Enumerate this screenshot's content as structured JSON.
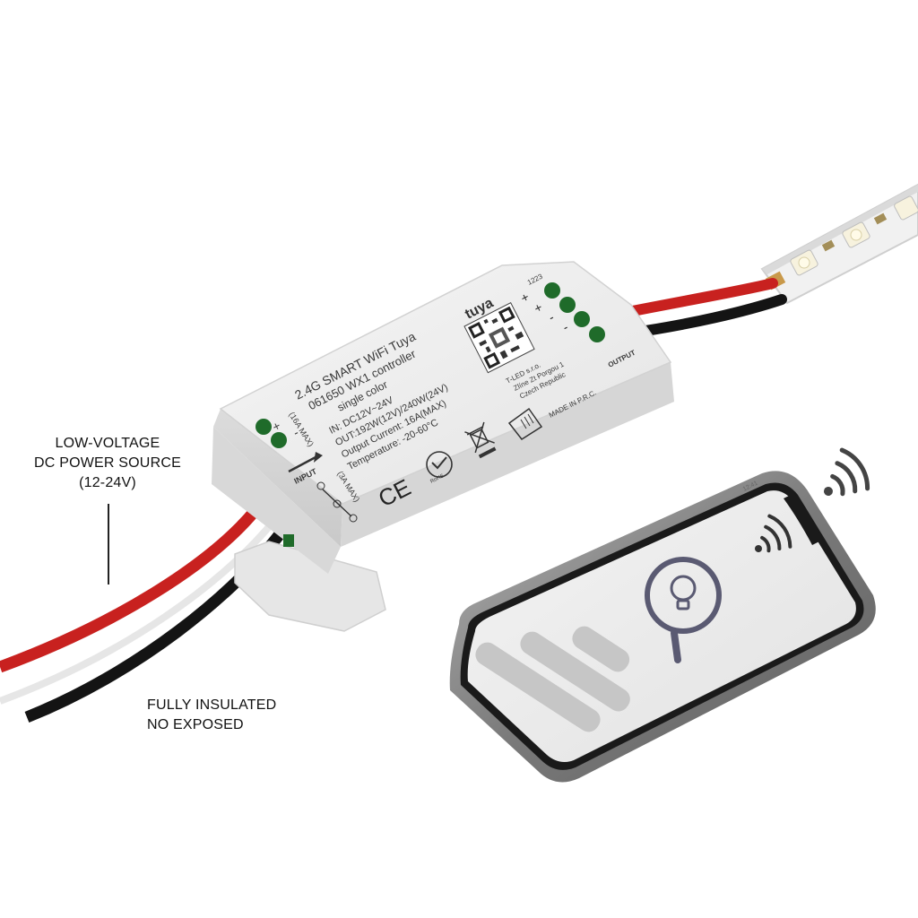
{
  "callouts": {
    "power_source": [
      "LOW-VOLTAGE",
      "DC POWER SOURCE",
      "(12-24V)"
    ],
    "insulated": [
      "FULLY INSULATED",
      "NO EXPOSED"
    ]
  },
  "controller": {
    "brand": "tuya",
    "title": "2.4G SMART WiFi Tuya",
    "model": "061650 WX1 controller",
    "type": "single color",
    "input_spec": "IN: DC12V~24V",
    "output_spec": "OUT:192W(12V)/240W(24V)",
    "output_current": "Output Current: 16A(MAX)",
    "temperature": "Temperature: -20-60°C",
    "input_label": "INPUT",
    "output_label": "OUTPUT",
    "input_max": "(16A MAX)",
    "output_max": "(3A MAX)",
    "terminal_id": "1223",
    "maker_line1": "T-LED s.r.o.",
    "maker_line2": "Zlíne Zt Porgou 1",
    "maker_line3": "Czech Republic",
    "made_in": "MADE IN P.R.C.",
    "ce_mark": "CE",
    "rohs_mark": "RoHS",
    "plus": "+",
    "minus": "-"
  },
  "phone": {
    "status_time": "12:41"
  },
  "colors": {
    "wire_red": "#c8211f",
    "wire_black": "#141414",
    "housing": "#ececec",
    "terminal_green": "#1f6b2a",
    "phone_frame": "#8c8c8c"
  },
  "icons": [
    "wifi-icon",
    "lightbulb-search-icon",
    "qr-code-icon",
    "ce-mark-icon",
    "rohs-icon",
    "weee-bin-icon",
    "class-iii-icon"
  ]
}
